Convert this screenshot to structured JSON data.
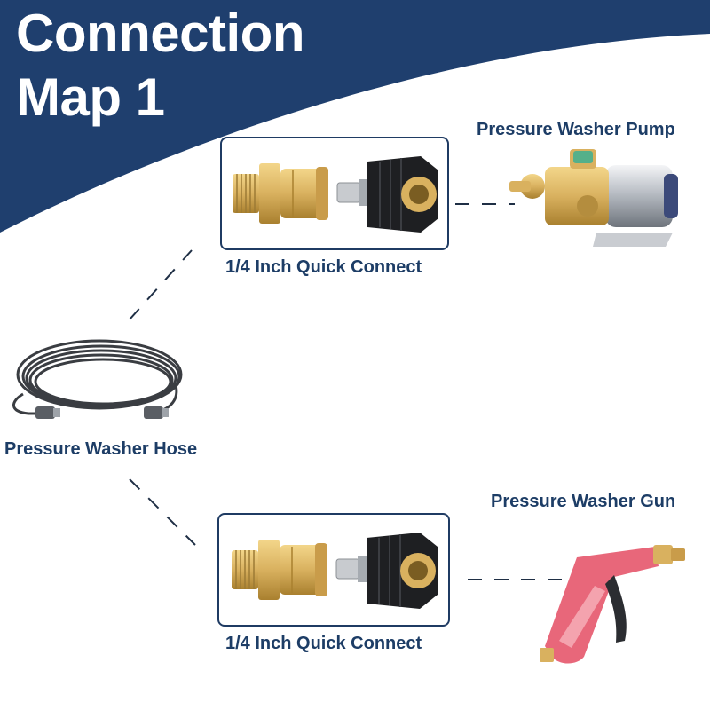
{
  "title": {
    "line1": "Connection",
    "line2": "Map 1"
  },
  "labels": {
    "pump": "Pressure Washer Pump",
    "hose": "Pressure Washer Hose",
    "gun": "Pressure Washer Gun",
    "quick_connect_top": "1/4 Inch Quick Connect",
    "quick_connect_bottom": "1/4 Inch Quick Connect"
  },
  "colors": {
    "banner_navy": "#1f3f6e",
    "label_text": "#1d3d66",
    "brass": "#d9b15f",
    "gun_red": "#e8677a",
    "hose_dark": "#3a3d42"
  },
  "icons": [
    "brass-adapter-icon",
    "black-coupler-icon",
    "pump-icon",
    "hose-icon",
    "spray-gun-icon"
  ]
}
